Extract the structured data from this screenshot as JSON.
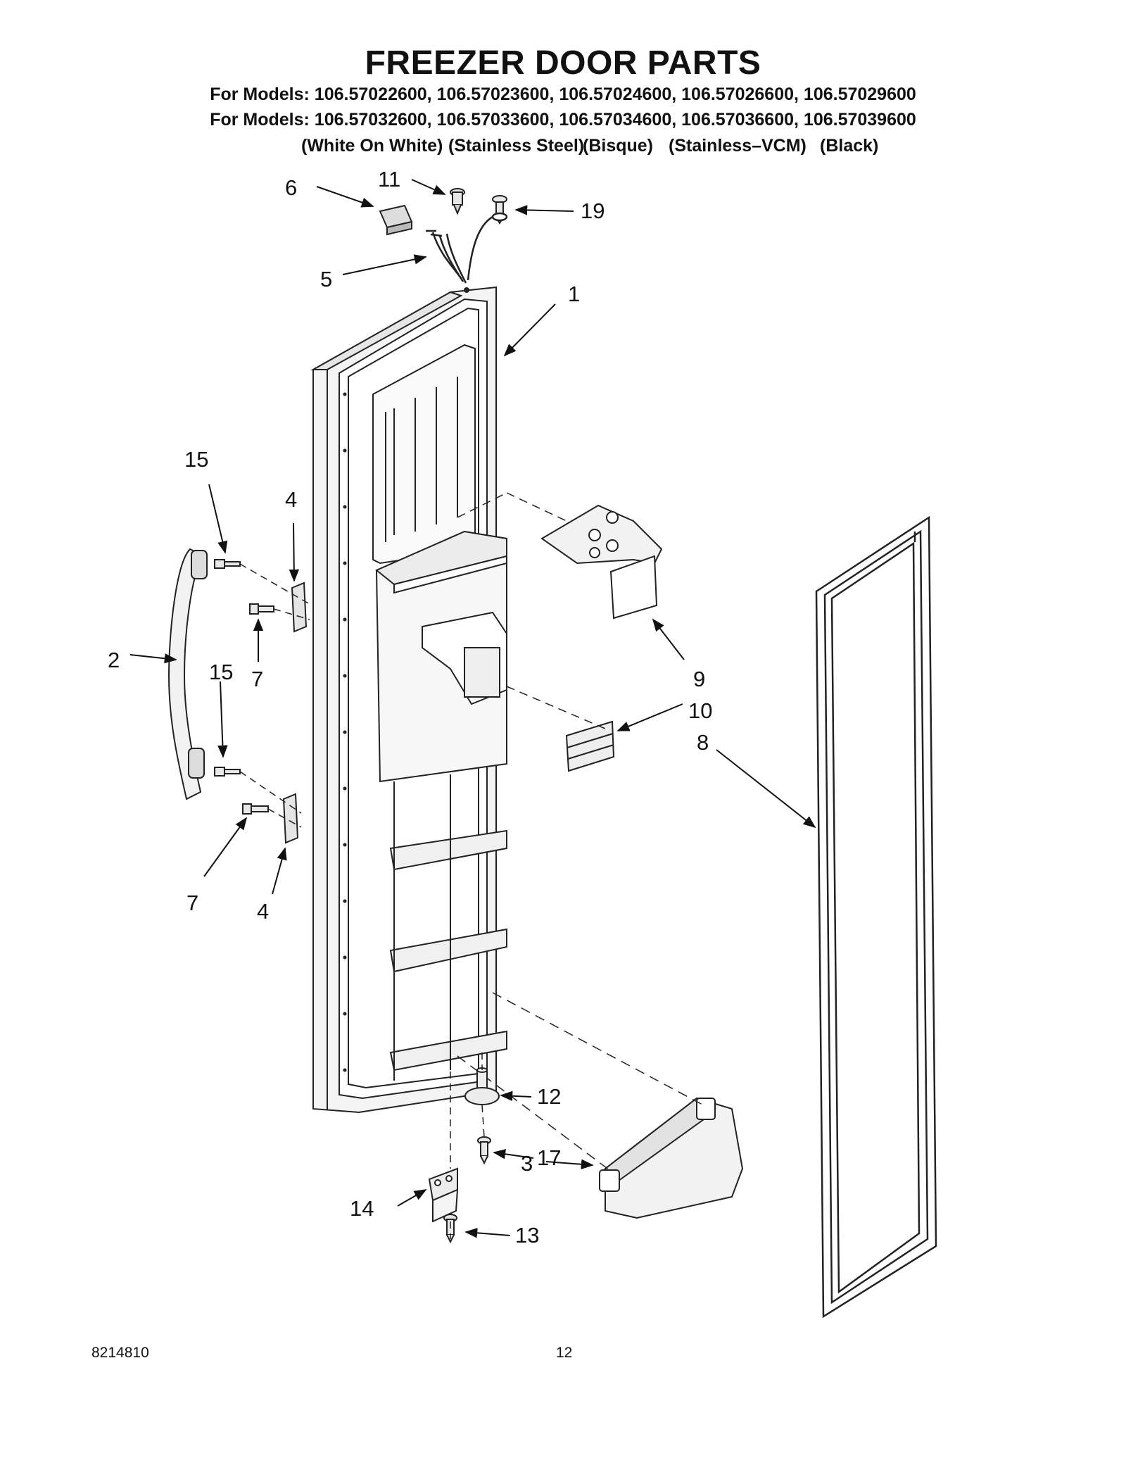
{
  "header": {
    "title": "FREEZER DOOR PARTS",
    "models_line_1": "For Models: 106.57022600, 106.57023600, 106.57024600, 106.57026600, 106.57029600",
    "models_line_2": "For Models: 106.57032600, 106.57033600, 106.57034600, 106.57036600, 106.57039600",
    "color_variants": [
      "(White On White)",
      "(Stainless Steel)",
      "(Bisque)",
      "(Stainless–VCM)",
      "(Black)"
    ]
  },
  "callouts": {
    "door_assembly": "1",
    "handle": "2",
    "door_bin_bottom": "3",
    "handle_bracket_upper": "4",
    "handle_bracket_lower": "4",
    "wire_harness": "5",
    "connector": "6",
    "screw_upper": "7",
    "screw_lower": "7",
    "door_gasket": "8",
    "dispenser_cover": "9",
    "lever_pad": "10",
    "plug": "11",
    "hinge_pin": "12",
    "hinge_screw": "13",
    "bottom_hinge": "14",
    "handle_stud_upper": "15",
    "handle_stud_lower": "15",
    "hinge_pin_screw": "17",
    "ground_screw": "19"
  },
  "footer": {
    "doc_number": "8214810",
    "page_number": "12"
  }
}
